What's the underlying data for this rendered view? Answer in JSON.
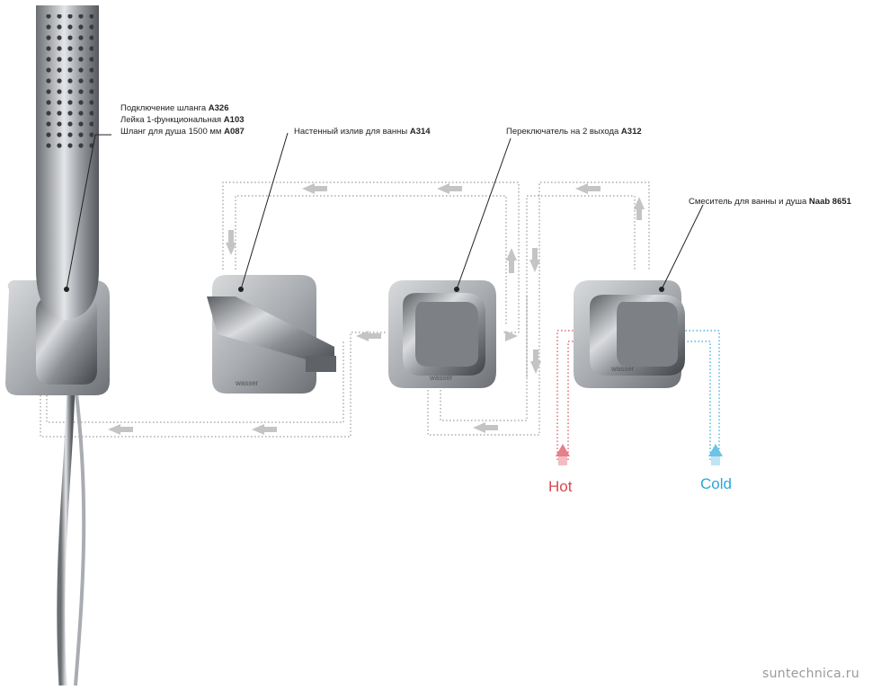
{
  "labels": {
    "shower": [
      {
        "text": "Подключение шланга ",
        "code": "A326"
      },
      {
        "text": "Лейка 1-функциональная ",
        "code": "A103"
      },
      {
        "text": "Шланг для душа 1500 мм ",
        "code": "A087"
      }
    ],
    "spout": {
      "text": "Настенный излив для ванны ",
      "code": "A314"
    },
    "diverter": {
      "text": "Переключатель на 2 выхода ",
      "code": "A312"
    },
    "mixer": {
      "text": "Смеситель для ванны и душа ",
      "code": "Naab 8651"
    }
  },
  "inlets": {
    "hot": "Hot",
    "cold": "Cold"
  },
  "brand_mark": "wasser",
  "watermark": "suntechnica.ru",
  "colors": {
    "hot": "#d9474f",
    "cold": "#2aa7d6",
    "pipe": "#9a9a9a",
    "arrow": "#bdbdbd",
    "metal": "#8c8f94"
  }
}
